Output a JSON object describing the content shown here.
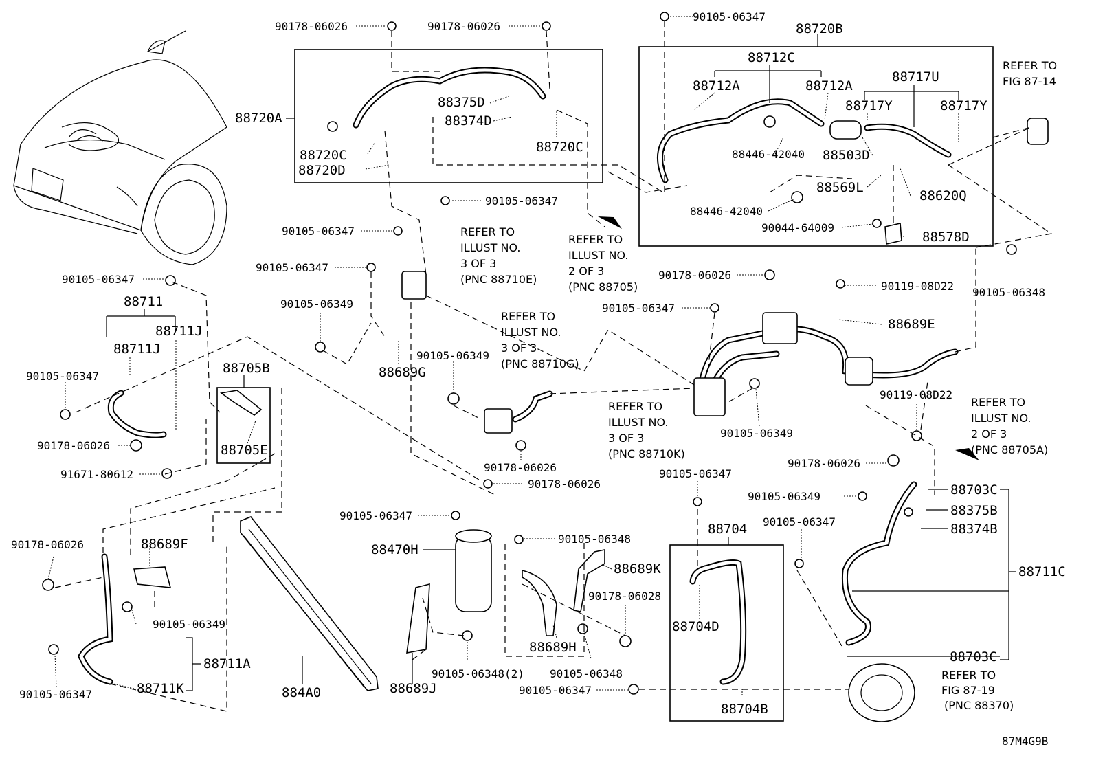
{
  "labels": {
    "l90178_06026_a": "90178-06026",
    "l90178_06026_b": "90178-06026",
    "l90105_06347_top": "90105-06347",
    "l88720B": "88720B",
    "l88712C": "88712C",
    "l88712A_a": "88712A",
    "l88712A_b": "88712A",
    "l88717U": "88717U",
    "l88717Y_a": "88717Y",
    "l88717Y_b": "88717Y",
    "l88720A": "88720A",
    "l88375D": "88375D",
    "l88374D": "88374D",
    "l88720C_a": "88720C",
    "l88720C_b": "88720C",
    "l88720D": "88720D",
    "l88446_42040_a": "88446-42040",
    "l88503D": "88503D",
    "l88569L": "88569L",
    "l88620Q": "88620Q",
    "l88446_42040_b": "88446-42040",
    "l90044_64009": "90044-64009",
    "l88578D": "88578D",
    "l90105_06347_b": "90105-06347",
    "l90105_06347_c": "90105-06347",
    "l90105_06347_d": "90105-06347",
    "l90105_06349_a": "90105-06349",
    "l90105_06348_a": "90105-06348",
    "l90178_06026_c": "90178-06026",
    "l90119_08D22_a": "90119-08D22",
    "l90105_06347_e": "90105-06347",
    "l88689E": "88689E",
    "l90105_06347_f": "90105-06347",
    "l88711": "88711",
    "l88711J_a": "88711J",
    "l88711J_b": "88711J",
    "l90105_06347_g": "90105-06347",
    "l88705B": "88705B",
    "l88705E": "88705E",
    "l90178_06026_d": "90178-06026",
    "l91671_80612": "91671-80612",
    "l88689G": "88689G",
    "l90105_06349_b": "90105-06349",
    "l90178_06026_e": "90178-06026",
    "l90105_06349_c": "90105-06349",
    "l90119_08D22_b": "90119-08D22",
    "l90178_06026_f": "90178-06026",
    "l90105_06347_h": "90105-06347",
    "l88703C_a": "88703C",
    "l90105_06349_d": "90105-06349",
    "l88375B": "88375B",
    "l88374B": "88374B",
    "l90105_06347_i": "90105-06347",
    "l88711C": "88711C",
    "l90178_06026_g": "90178-06026",
    "l90105_06347_j": "90105-06347",
    "l88470H": "88470H",
    "l90105_06348_b": "90105-06348",
    "l88689K": "88689K",
    "l88704": "88704",
    "l90178_06026_h": "90178-06026",
    "l88689F": "88689F",
    "l90105_06349_e": "90105-06349",
    "l90178_06028": "90178-06028",
    "l88704D": "88704D",
    "l88689H": "88689H",
    "l88711A": "88711A",
    "l88703C_b": "88703C",
    "l90105_06348_2": "90105-06348(2)",
    "l90105_06348_c": "90105-06348",
    "l90105_06347_k": "90105-06347",
    "l88711K": "88711K",
    "l884A0": "884A0",
    "l88689J": "88689J",
    "l88704B": "88704B",
    "l90105_06347_l": "90105-06347",
    "diagram_code": "87M4G9B"
  },
  "refs": {
    "r1": [
      "REFER TO",
      "ILLUST NO.",
      "3 OF 3",
      "(PNC 88710E)"
    ],
    "r2": [
      "REFER TO",
      "ILLUST NO.",
      "2 OF 3",
      "(PNC 88705)"
    ],
    "r3": [
      "REFER TO",
      "ILLUST NO.",
      "3 OF 3",
      "(PNC 88710G)"
    ],
    "r4": [
      "REFER TO",
      "ILLUST NO.",
      "3 OF 3",
      "(PNC 88710K)"
    ],
    "r5": [
      "REFER TO",
      "ILLUST NO.",
      "2 OF 3",
      "(PNC 88705A)"
    ],
    "r6": [
      "REFER TO",
      "FIG 87-14"
    ],
    "r7": [
      "REFER TO",
      "FIG 87-19",
      "(PNC 88370)"
    ]
  }
}
